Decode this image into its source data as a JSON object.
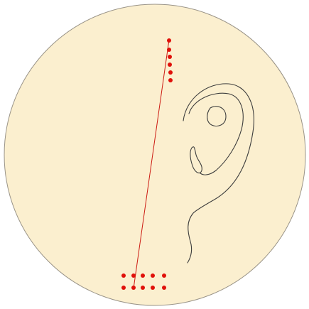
{
  "colors": {
    "background": "#ffffff",
    "disc_fill": "#fbefcf",
    "disc_stroke": "#9a9488",
    "line": "#cc1a12",
    "dot": "#e0100a",
    "ear_stroke": "#3d3d3d"
  },
  "elements": {
    "disc": "circular-background",
    "ear": "ear-outline",
    "line": "acupuncture-meridian-line",
    "top_points": "acupoint-dots-top-column",
    "bottom_points": "acupoint-dots-bottom-grid"
  },
  "points": {
    "top_column_count": 6,
    "bottom_grid_rows": 2,
    "bottom_grid_cols": 5
  }
}
